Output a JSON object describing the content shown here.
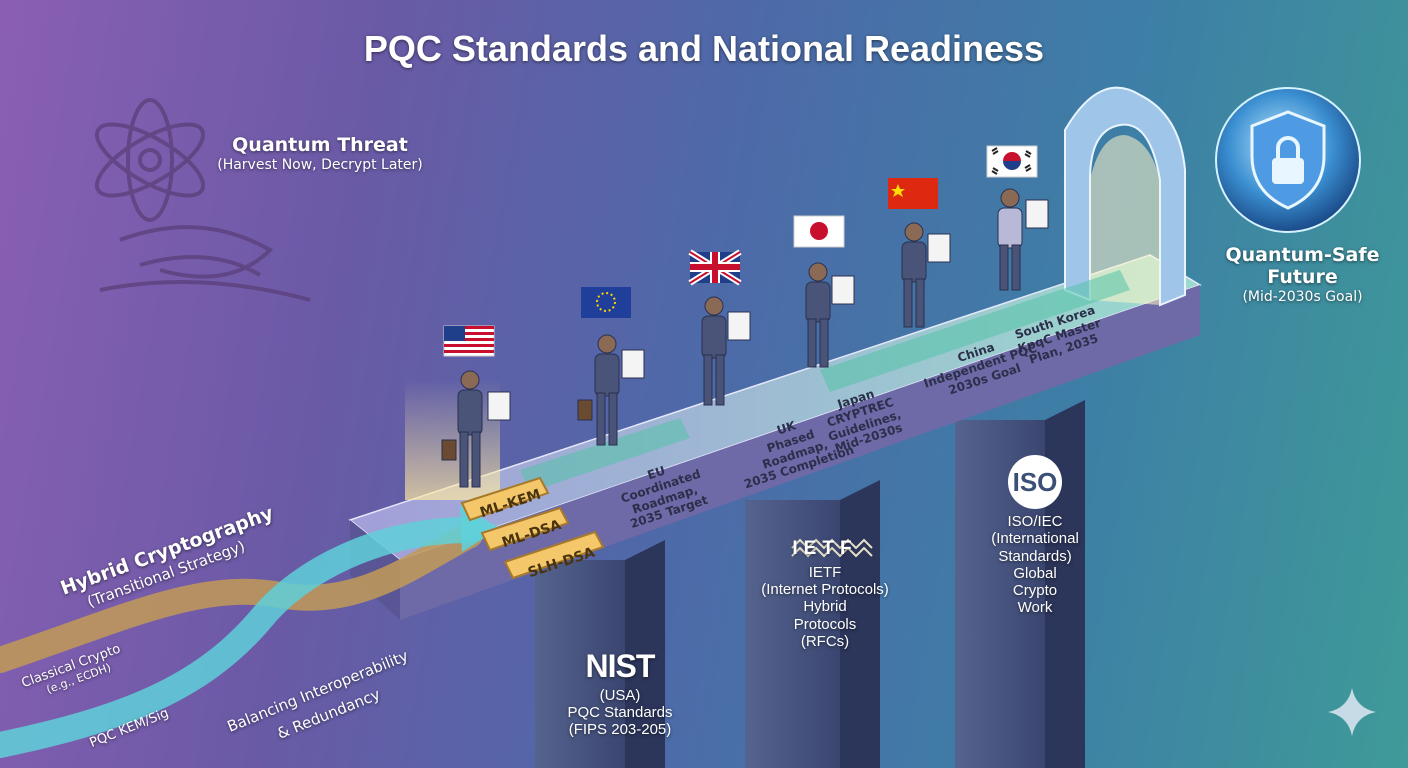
{
  "title": "PQC Standards and National Readiness",
  "threat": {
    "heading": "Quantum Threat",
    "sub": "(Harvest Now, Decrypt Later)"
  },
  "future": {
    "heading": "Quantum-Safe Future",
    "sub": "(Mid-2030s Goal)"
  },
  "hybrid": {
    "heading": "Hybrid Cryptography",
    "sub": "(Transitional Strategy)",
    "classical": "Classical Crypto",
    "classical_sub": "(e.g., ECDH)",
    "pqc": "PQC KEM/Sig",
    "balance_1": "Balancing Interoperability",
    "balance_2": "& Redundancy"
  },
  "algorithms": [
    "ML-KEM",
    "ML-DSA",
    "SLH-DSA"
  ],
  "countries": [
    {
      "name": "EU",
      "plan_1": "Coordinated",
      "plan_2": "Roadmap,",
      "plan_3": "2035 Target"
    },
    {
      "name": "UK",
      "plan_1": "Phased",
      "plan_2": "Roadmap,",
      "plan_3": "2035 Completion"
    },
    {
      "name": "Japan",
      "plan_1": "CRYPTREC",
      "plan_2": "Guidelines,",
      "plan_3": "Mid-2030s"
    },
    {
      "name": "China",
      "plan_1": "Independent PQC",
      "plan_2": "2030s Goal",
      "plan_3": ""
    },
    {
      "name": "South Korea",
      "plan_1": "KpqC Master",
      "plan_2": "Plan, 2035",
      "plan_3": ""
    }
  ],
  "pillars": {
    "nist": {
      "logo": "NIST",
      "org": "(USA)",
      "desc_1": "PQC Standards",
      "desc_2": "(FIPS 203-205)"
    },
    "ietf": {
      "logo": "IETF",
      "org_1": "IETF",
      "org_2": "(Internet Protocols)",
      "desc_1": "Hybrid",
      "desc_2": "Protocols",
      "desc_3": "(RFCs)"
    },
    "iso": {
      "logo": "ISO",
      "org_1": "ISO/IEC",
      "org_2": "(International",
      "org_3": "Standards)",
      "desc_1": "Global",
      "desc_2": "Crypto",
      "desc_3": "Work"
    }
  },
  "colors": {
    "road": "#b7bde3",
    "gold": "#f4c86a",
    "stream_classical": "#c29a56",
    "stream_pqc": "#5fd0d9",
    "arrow": "#53c2a8"
  }
}
